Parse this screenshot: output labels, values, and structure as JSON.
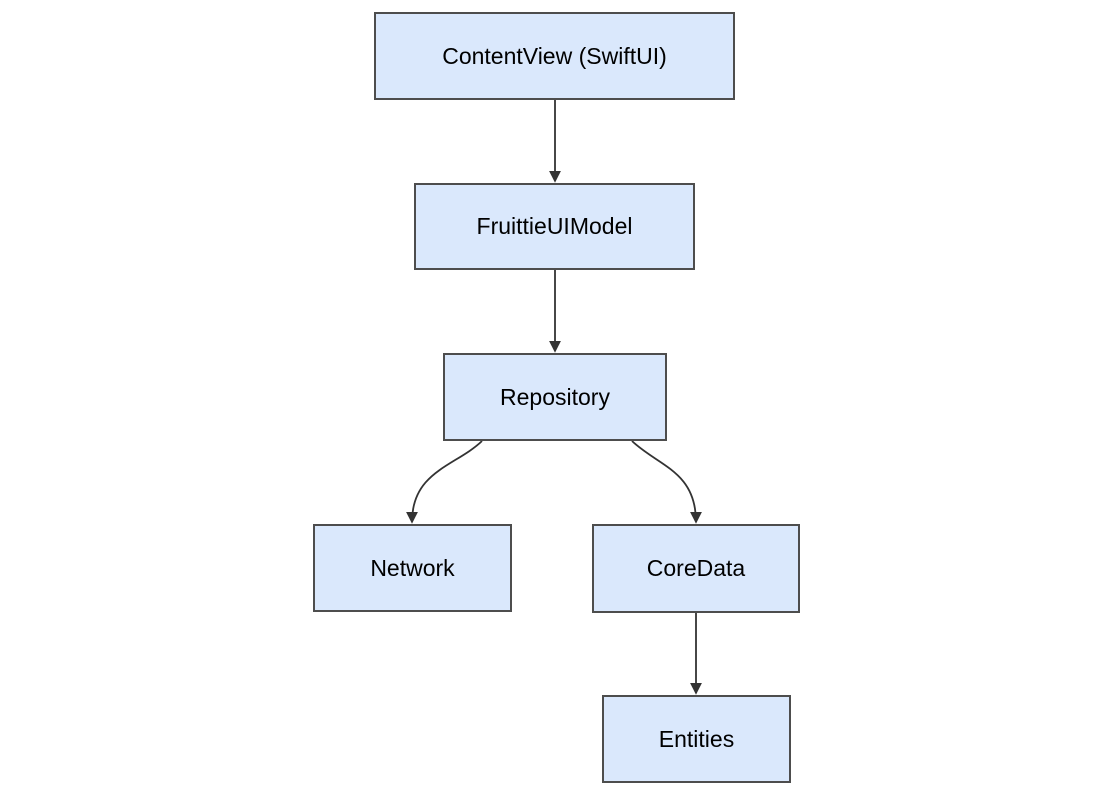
{
  "diagram": {
    "type": "flowchart",
    "direction": "top-down",
    "nodes": {
      "contentview": {
        "label": "ContentView (SwiftUI)"
      },
      "fruittieuimodel": {
        "label": "FruittieUIModel"
      },
      "repository": {
        "label": "Repository"
      },
      "network": {
        "label": "Network"
      },
      "coredata": {
        "label": "CoreData"
      },
      "entities": {
        "label": "Entities"
      }
    },
    "edges": [
      {
        "from": "ContentView (SwiftUI)",
        "to": "FruittieUIModel",
        "style": "straight-arrow"
      },
      {
        "from": "FruittieUIModel",
        "to": "Repository",
        "style": "straight-arrow"
      },
      {
        "from": "Repository",
        "to": "Network",
        "style": "curved-arrow"
      },
      {
        "from": "Repository",
        "to": "CoreData",
        "style": "curved-arrow"
      },
      {
        "from": "CoreData",
        "to": "Entities",
        "style": "straight-arrow"
      }
    ],
    "colors": {
      "node_fill": "#dae8fc",
      "node_border": "#4d4d4d",
      "arrow": "#333333",
      "text": "#000000",
      "background": "#ffffff"
    }
  }
}
